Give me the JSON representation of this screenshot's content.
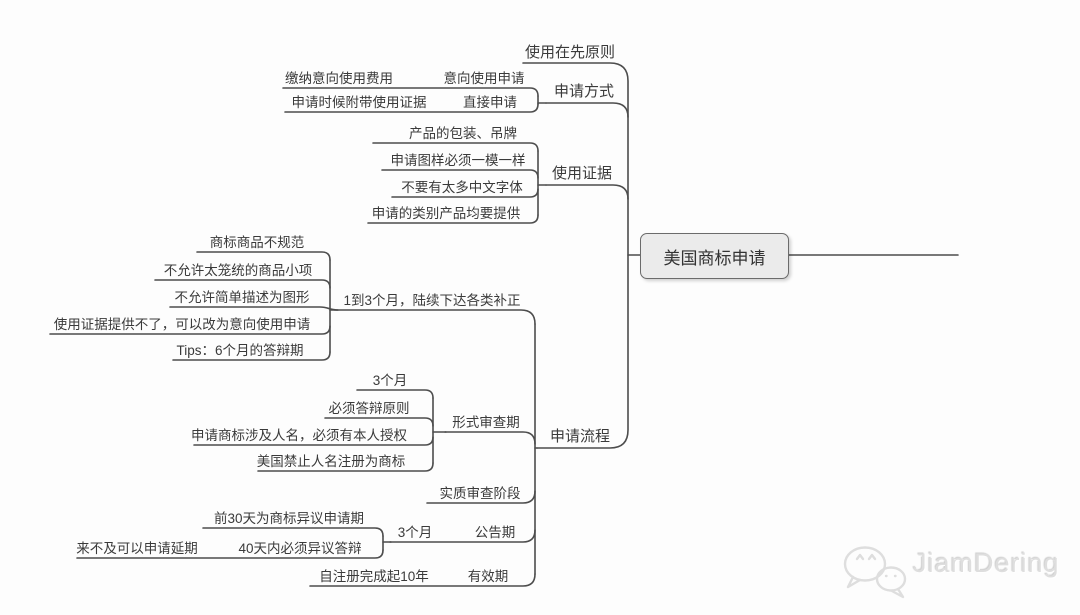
{
  "diagram_type": "mindmap",
  "colors": {
    "line": "#4d4d4d",
    "text": "#3a3a3a",
    "root_fill": "#ebebeb",
    "root_border": "#6b6b6b",
    "watermark": "#dedede"
  },
  "watermark": {
    "text": "JiamDering",
    "icon": "wechat-icon"
  },
  "tree": {
    "label": "美国商标申请",
    "children": [
      {
        "label": "使用在先原则",
        "children": []
      },
      {
        "label": "申请方式",
        "children": [
          {
            "label": "意向使用申请",
            "children": [
              {
                "label": "缴纳意向使用费用"
              }
            ]
          },
          {
            "label": "直接申请",
            "children": [
              {
                "label": "申请时候附带使用证据"
              }
            ]
          }
        ]
      },
      {
        "label": "使用证据",
        "children": [
          {
            "label": "产品的包装、吊牌"
          },
          {
            "label": "申请图样必须一模一样"
          },
          {
            "label": "不要有太多中文字体"
          },
          {
            "label": "申请的类别产品均要提供"
          }
        ]
      },
      {
        "label": "申请流程",
        "children": [
          {
            "label": "1到3个月，陆续下达各类补正",
            "children": [
              {
                "label": "商标商品不规范"
              },
              {
                "label": "不允许太笼统的商品小项"
              },
              {
                "label": "不允许简单描述为图形"
              },
              {
                "label": "使用证据提供不了，可以改为意向使用申请"
              },
              {
                "label": "Tips：6个月的答辩期"
              }
            ]
          },
          {
            "label": "形式审查期",
            "children": [
              {
                "label": "3个月"
              },
              {
                "label": "必须答辩原则"
              },
              {
                "label": "申请商标涉及人名，必须有本人授权"
              },
              {
                "label": "美国禁止人名注册为商标"
              }
            ]
          },
          {
            "label": "实质审查阶段",
            "children": []
          },
          {
            "label": "公告期",
            "children": [
              {
                "label": "3个月",
                "children": [
                  {
                    "label": "前30天为商标异议申请期"
                  },
                  {
                    "label": "40天内必须异议答辩",
                    "children": [
                      {
                        "label": "来不及可以申请延期"
                      }
                    ]
                  }
                ]
              }
            ]
          },
          {
            "label": "有效期",
            "children": [
              {
                "label": "自注册完成起10年"
              }
            ]
          }
        ]
      }
    ]
  }
}
